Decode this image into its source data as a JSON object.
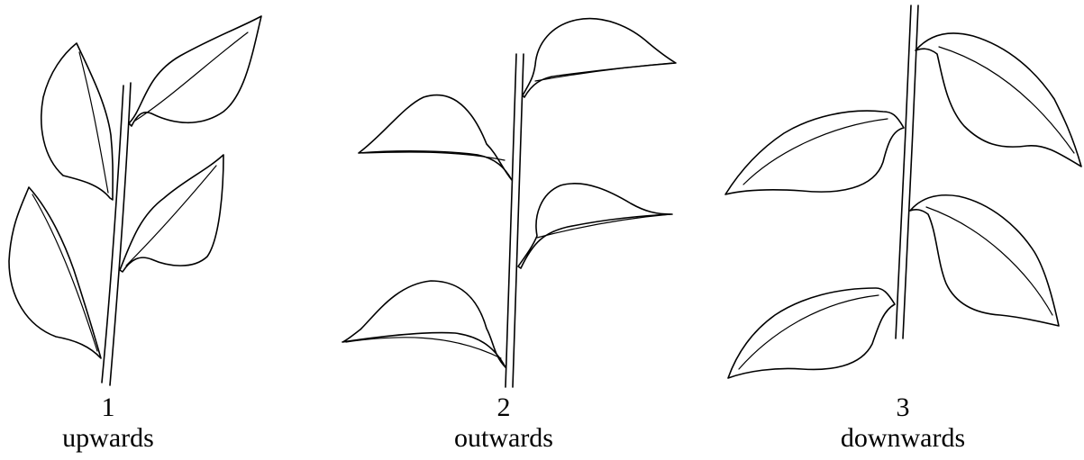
{
  "panels": [
    {
      "number": "1",
      "label": "upwards"
    },
    {
      "number": "2",
      "label": "outwards"
    },
    {
      "number": "3",
      "label": "downwards"
    }
  ],
  "colors": {
    "ink": "#000000",
    "paper": "#ffffff"
  }
}
